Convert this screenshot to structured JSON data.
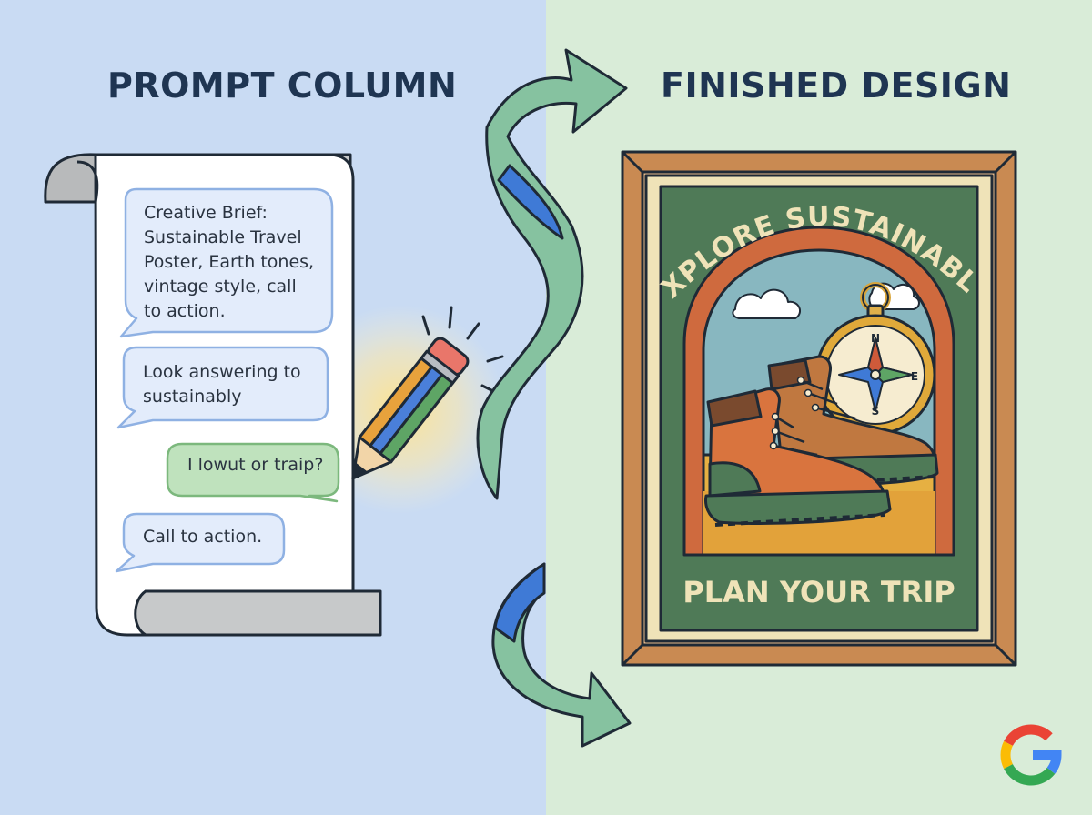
{
  "headings": {
    "left": "PROMPT COLUMN",
    "right": "FINISHED DESIGN"
  },
  "prompt_bubbles": [
    {
      "text": "Creative Brief:\nSustainable Travel\nPoster, Earth tones,\nvintage style, call\nto action.",
      "color": "#e3ecfb"
    },
    {
      "text": "Look answering to\nsustainably",
      "color": "#e3ecfb"
    },
    {
      "text": "I lowut or traip?",
      "color": "#bfe2bd"
    },
    {
      "text": "Call to action.",
      "color": "#e3ecfb"
    }
  ],
  "poster": {
    "headline": "EXPLORE SUSTAINABLY",
    "call_to_action": "PLAN YOUR TRIP",
    "compass_letters": [
      "N",
      "E",
      "S"
    ]
  },
  "colors": {
    "left_background": "#c9dbf3",
    "right_background": "#d9ecd8",
    "heading_text": "#1f3552",
    "poster_green": "#4f7a57",
    "poster_cream": "#efe3b8",
    "frame_wood": "#c98a52",
    "arch_rust": "#cf6a3e",
    "arrow_green": "#86c2a0",
    "arrow_blue": "#3f7ad6"
  },
  "icons": [
    "pencil-icon",
    "google-logo-icon",
    "compass-icon",
    "hiking-boot-icon"
  ]
}
